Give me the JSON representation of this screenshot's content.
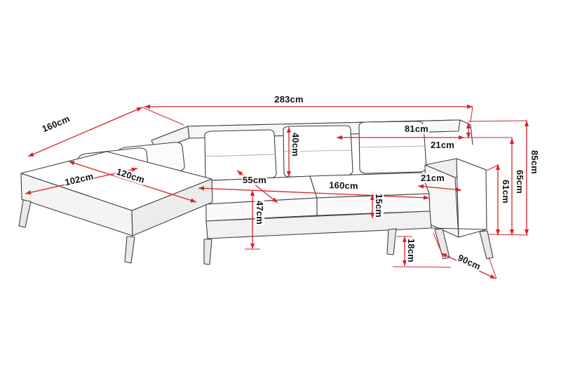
{
  "diagram": {
    "type": "furniture-dimension-diagram",
    "subject": "corner-sofa-with-chaise-lounge",
    "unit": "cm",
    "colors": {
      "dimension_line": "#d8232a",
      "artwork_line": "#3f3f3f",
      "background": "#ffffff",
      "label_text": "#141414"
    },
    "dimensions": {
      "total_width": "283cm",
      "chaise_depth": "160cm",
      "back_cushion_width": "81cm",
      "back_rail_height": "21cm",
      "total_height": "85cm",
      "back_height": "65cm",
      "armrest_height": "61cm",
      "chaise_width": "102cm",
      "chaise_length": "120cm",
      "back_cushion_height": "40cm",
      "seat_depth": "55cm",
      "seat_width": "160cm",
      "armrest_width": "21cm",
      "seat_cushion_height": "15cm",
      "seat_height": "47cm",
      "leg_height": "18cm",
      "sofa_depth": "90cm"
    }
  }
}
